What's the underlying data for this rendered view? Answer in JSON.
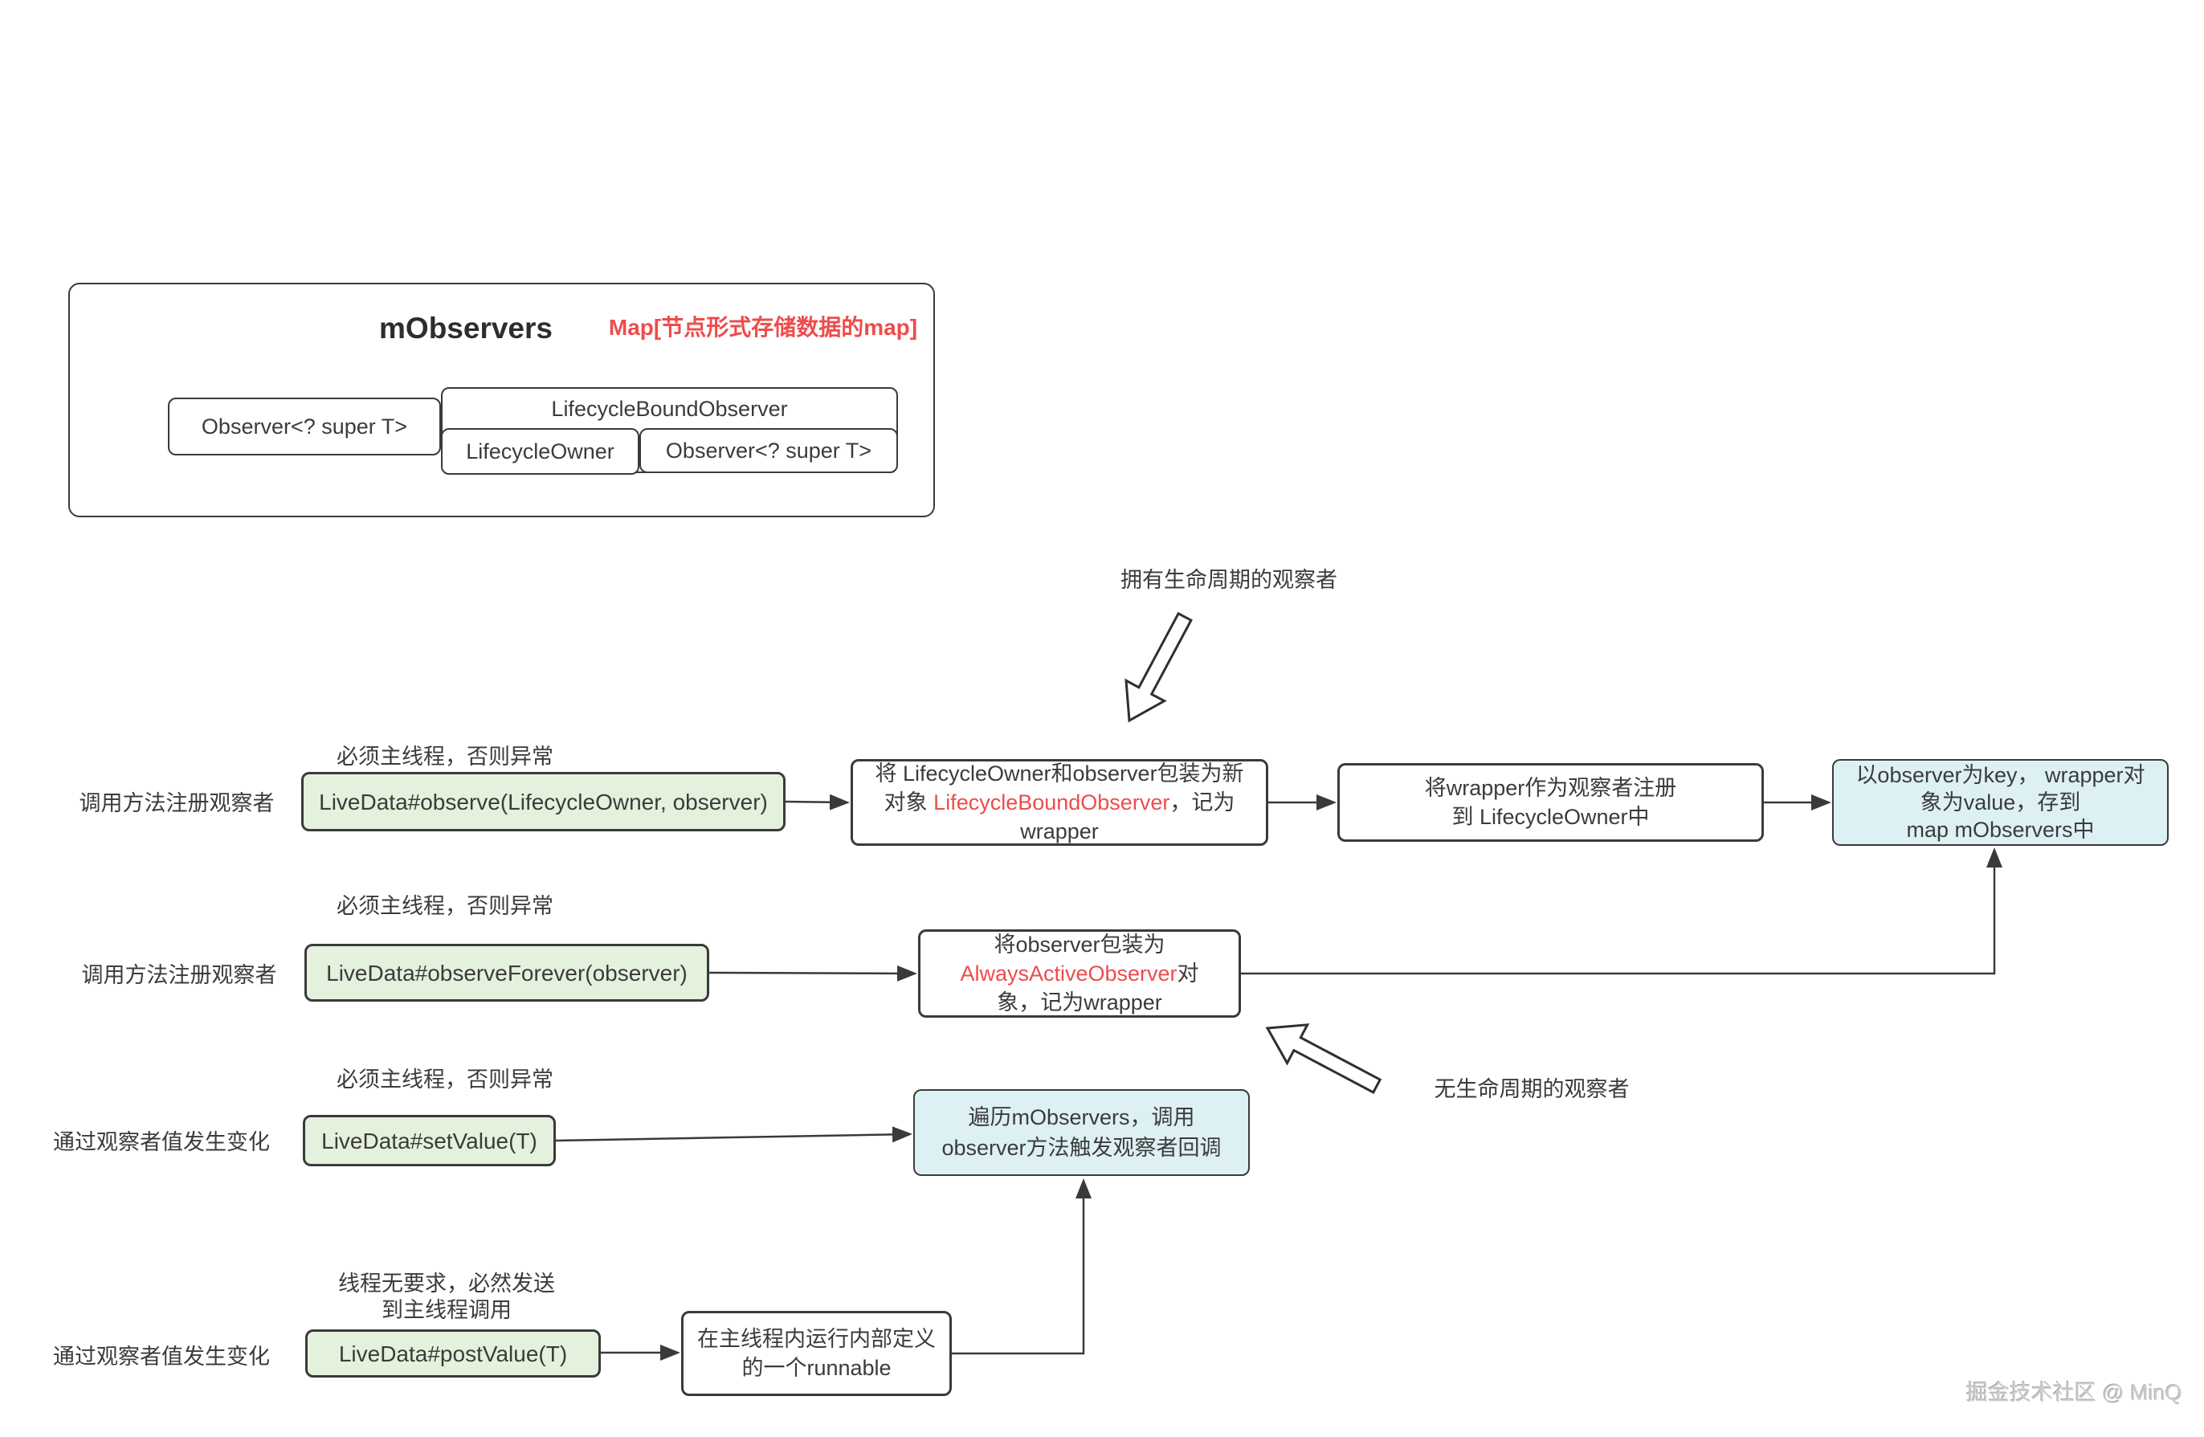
{
  "map_box": {
    "title": "mObservers",
    "annotation": "Map[节点形式存储数据的map]",
    "key_box": "Observer<? super T>",
    "wrapper_box": "LifecycleBoundObserver",
    "owner_box": "LifecycleOwner",
    "value_box": "Observer<? super T>"
  },
  "notes": {
    "with_lifecycle": "拥有生命周期的观察者",
    "without_lifecycle": "无生命周期的观察者",
    "main_thread_row1": "必须主线程，否则异常",
    "main_thread_row2": "必须主线程，否则异常",
    "main_thread_row3": "必须主线程，否则异常",
    "post_thread_line1": "线程无要求，必然发送",
    "post_thread_line2": "到主线程调用"
  },
  "row_labels": {
    "register1": "调用方法注册观察者",
    "register2": "调用方法注册观察者",
    "change1": "通过观察者值发生变化",
    "change2": "通过观察者值发生变化"
  },
  "methods": {
    "observe": "LiveData#observe(LifecycleOwner, observer)",
    "observe_forever": "LiveData#observeForever(observer)",
    "set_value": "LiveData#setValue(T)",
    "post_value": "LiveData#postValue(T)"
  },
  "steps": {
    "wrap_lifecycle": {
      "line1": "将 LifecycleOwner和observer包装为新",
      "line2_pre": "对象 ",
      "line2_red": "LifecycleBoundObserver",
      "line2_post": "，记为",
      "line3": "wrapper"
    },
    "register_wrapper": {
      "line1": "将wrapper作为观察者注册",
      "line2": "到 LifecycleOwner中"
    },
    "store_map": {
      "line1": "以observer为key， wrapper对",
      "line2": "象为value，存到",
      "line3": "map mObservers中"
    },
    "wrap_always": {
      "line1": "将observer包装为",
      "line2_red": "AlwaysActiveObserver",
      "line2_post": "对",
      "line3": "象，记为wrapper"
    },
    "iterate": {
      "line1": "遍历mObservers，调用",
      "line2": "observer方法触发观察者回调"
    },
    "runnable": {
      "line1": "在主线程内运行内部定义",
      "line2": "的一个runnable"
    }
  },
  "watermark": "掘金技术社区 @ MinQ",
  "colors": {
    "accent_red": "#ee4c4c",
    "green_fill": "#e4f1dc",
    "blue_fill": "#ddf1f5",
    "line": "#3a3a3a"
  }
}
